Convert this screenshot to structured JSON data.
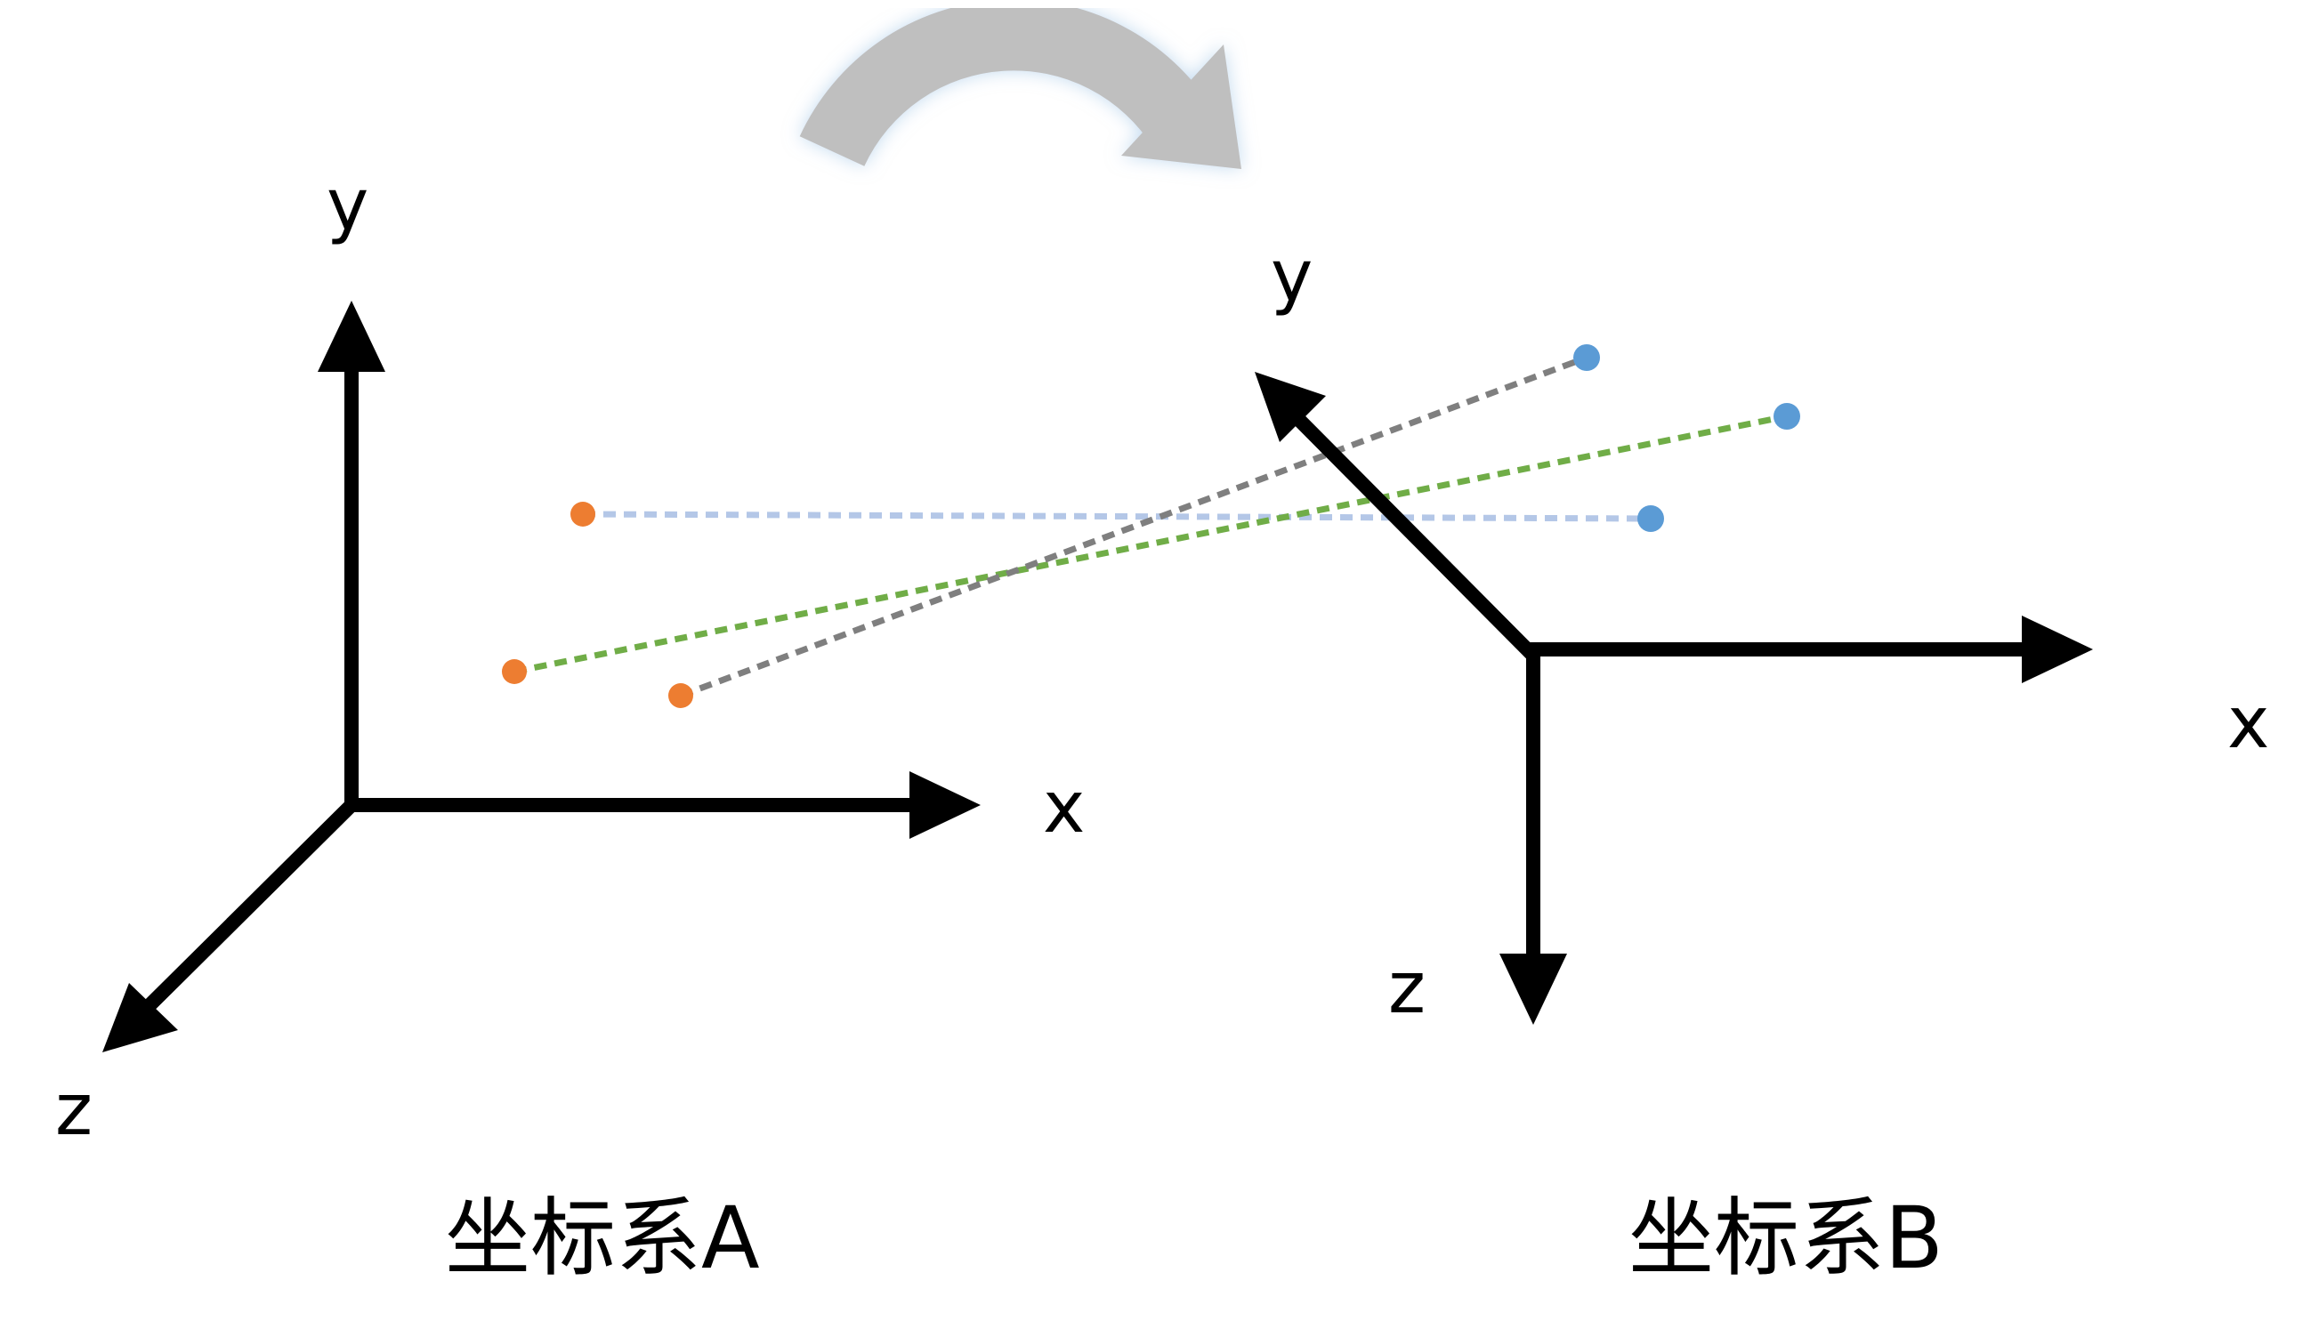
{
  "frame_a": {
    "caption": "坐标系A",
    "axes": {
      "x": "x",
      "y": "y",
      "z": "z"
    }
  },
  "frame_b": {
    "caption": "坐标系B",
    "axes": {
      "x": "x",
      "y": "y",
      "z": "z"
    }
  },
  "colors": {
    "axis": "#000000",
    "frame_a_point": "#ED7D31",
    "frame_b_point": "#5B9BD5",
    "correspondence_1": "#B4C7E7",
    "correspondence_2": "#70AD47",
    "correspondence_3": "#7F7F7F",
    "transform_arrow": "#BFBFBF"
  },
  "icons": {
    "transform": "curved-arrow-icon"
  }
}
